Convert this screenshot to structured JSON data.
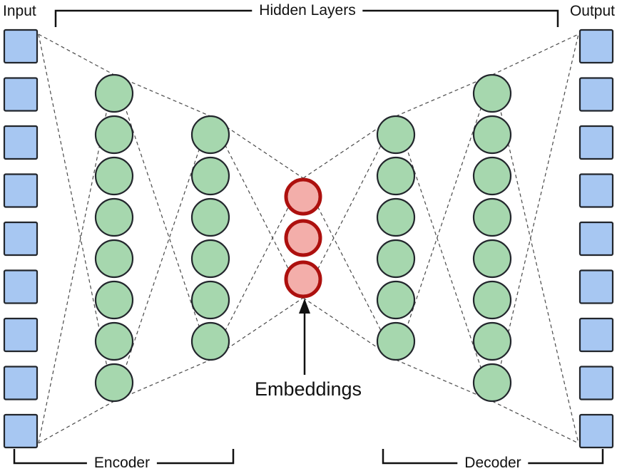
{
  "labels": {
    "input": "Input",
    "output": "Output",
    "hidden_layers": "Hidden Layers",
    "embeddings": "Embeddings",
    "encoder": "Encoder",
    "decoder": "Decoder"
  },
  "network": {
    "input_units": 9,
    "output_units": 9,
    "hidden_layer_sizes": [
      8,
      6,
      3,
      6,
      8
    ],
    "embedding_layer_index": 2,
    "embedding_units": 3,
    "colors": {
      "input_unit_fill": "#a7c7f2",
      "input_unit_border": "#22262c",
      "hidden_unit_fill": "#a6d7ae",
      "hidden_unit_border": "#22262c",
      "embedding_unit_fill": "#f3aeaa",
      "embedding_unit_border": "#ad100e",
      "connection_color": "#4a4a4a",
      "annotation_color": "#111111"
    }
  }
}
